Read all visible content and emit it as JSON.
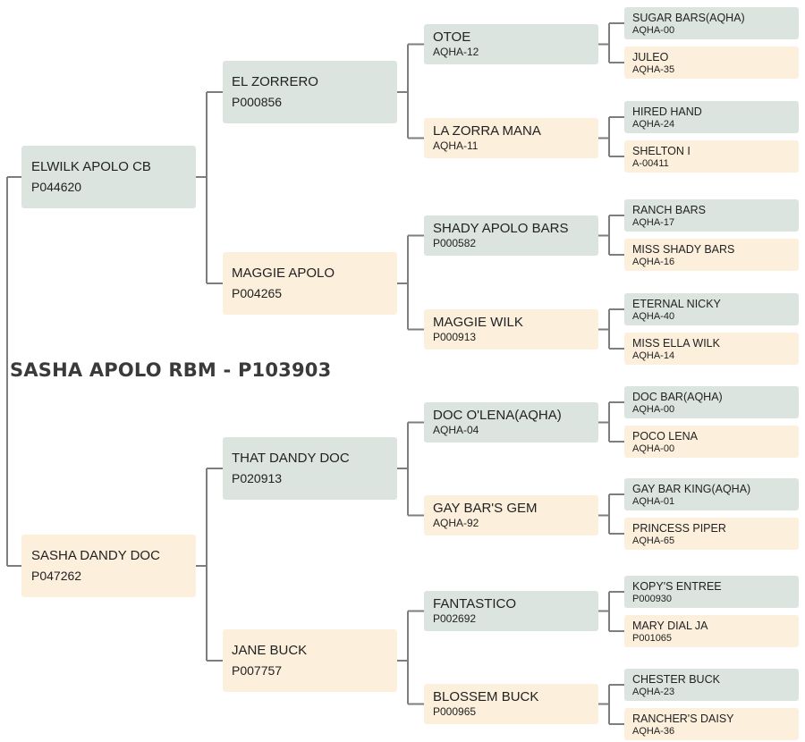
{
  "subject": {
    "name": "SASHA APOLO RBM - P103903"
  },
  "pedigree": {
    "parents": [
      {
        "name": "ELWILK APOLO CB",
        "reg": "P044620"
      },
      {
        "name": "SASHA DANDY DOC",
        "reg": "P047262"
      }
    ],
    "grandparents": [
      {
        "name": "EL ZORRERO",
        "reg": "P000856"
      },
      {
        "name": "MAGGIE APOLO",
        "reg": "P004265"
      },
      {
        "name": "THAT DANDY DOC",
        "reg": "P020913"
      },
      {
        "name": "JANE BUCK",
        "reg": "P007757"
      }
    ],
    "great_grandparents": [
      {
        "name": "OTOE",
        "reg": "AQHA-12"
      },
      {
        "name": "LA ZORRA MANA",
        "reg": "AQHA-11"
      },
      {
        "name": "SHADY APOLO BARS",
        "reg": "P000582"
      },
      {
        "name": "MAGGIE WILK",
        "reg": "P000913"
      },
      {
        "name": "DOC O'LENA(AQHA)",
        "reg": "AQHA-04"
      },
      {
        "name": "GAY BAR'S GEM",
        "reg": "AQHA-92"
      },
      {
        "name": "FANTASTICO",
        "reg": "P002692"
      },
      {
        "name": "BLOSSEM BUCK",
        "reg": "P000965"
      }
    ],
    "great_great_grandparents": [
      {
        "name": "SUGAR BARS(AQHA)",
        "reg": "AQHA-00"
      },
      {
        "name": "JULEO",
        "reg": "AQHA-35"
      },
      {
        "name": "HIRED HAND",
        "reg": "AQHA-24"
      },
      {
        "name": "SHELTON I",
        "reg": "A-00411"
      },
      {
        "name": "RANCH BARS",
        "reg": "AQHA-17"
      },
      {
        "name": "MISS SHADY BARS",
        "reg": "AQHA-16"
      },
      {
        "name": "ETERNAL NICKY",
        "reg": "AQHA-40"
      },
      {
        "name": "MISS ELLA WILK",
        "reg": "AQHA-14"
      },
      {
        "name": "DOC BAR(AQHA)",
        "reg": "AQHA-00"
      },
      {
        "name": "POCO LENA",
        "reg": "AQHA-00"
      },
      {
        "name": "GAY BAR KING(AQHA)",
        "reg": "AQHA-01"
      },
      {
        "name": "PRINCESS PIPER",
        "reg": "AQHA-65"
      },
      {
        "name": "KOPY'S ENTREE",
        "reg": "P000930"
      },
      {
        "name": "MARY DIAL JA",
        "reg": "P001065"
      },
      {
        "name": "CHESTER BUCK",
        "reg": "AQHA-23"
      },
      {
        "name": "RANCHER'S DAISY",
        "reg": "AQHA-36"
      }
    ]
  },
  "colors": {
    "sire_box": "#dce4df",
    "dam_box": "#fcefdc",
    "connector": "#7d7d7d",
    "subject_text": "#3a3a3a"
  }
}
